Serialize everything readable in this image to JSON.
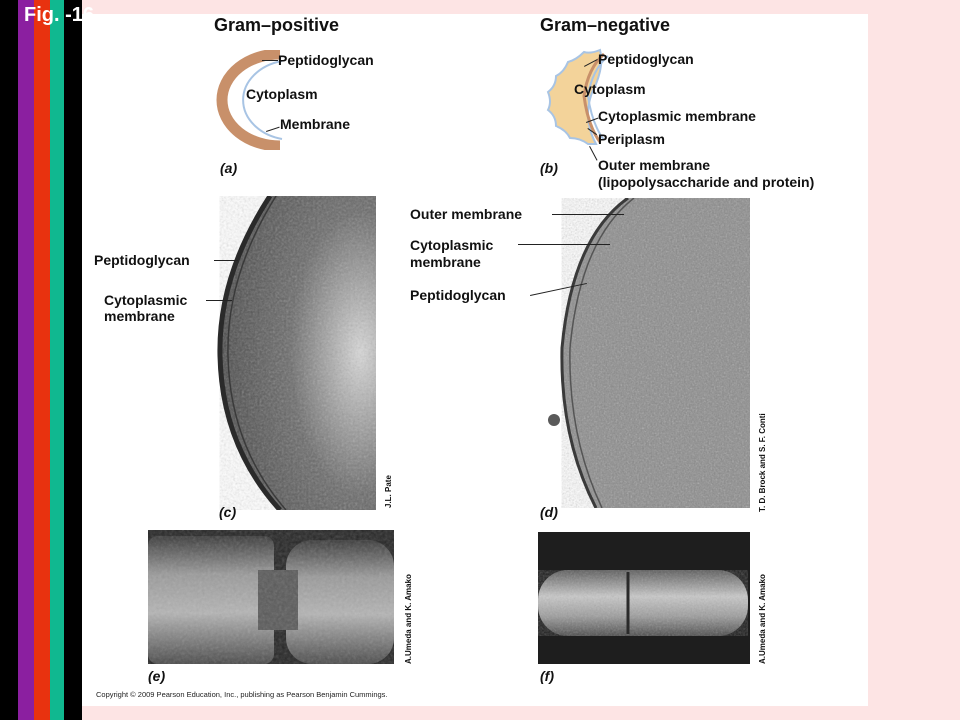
{
  "figure_label": "Fig.    -16",
  "gram_positive": {
    "title": "Gram–positive",
    "labels": {
      "peptidoglycan": "Peptidoglycan",
      "cytoplasm": "Cytoplasm",
      "membrane": "Membrane"
    },
    "panel": "(a)"
  },
  "gram_negative": {
    "title": "Gram–negative",
    "labels": {
      "peptidoglycan": "Peptidoglycan",
      "cytoplasm": "Cytoplasm",
      "cytoplasmic_membrane": "Cytoplasmic  membrane",
      "periplasm": "Periplasm",
      "outer_membrane": "Outer membrane",
      "outer_membrane_detail": "(lipopolysaccharide  and  protein)"
    },
    "panel": "(b)"
  },
  "panel_c": {
    "labels": {
      "peptidoglycan": "Peptidoglycan",
      "cytoplasmic_membrane_1": "Cytoplasmic",
      "cytoplasmic_membrane_2": "membrane"
    },
    "credit": "J.L. Pate",
    "panel": "(c)"
  },
  "panel_d": {
    "labels": {
      "outer_membrane": "Outer membrane",
      "cytoplasmic_membrane_1": "Cytoplasmic",
      "cytoplasmic_membrane_2": "membrane",
      "peptidoglycan": "Peptidoglycan"
    },
    "credit": "T. D. Brock and S. F. Conti",
    "panel": "(d)"
  },
  "panel_e": {
    "credit": "A.Umeda and K. Amako",
    "panel": "(e)"
  },
  "panel_f": {
    "credit": "A.Umeda and  K. Amako",
    "panel": "(f)"
  },
  "copyright": "Copyright © 2009 Pearson Education, Inc., publishing as Pearson Benjamin Cummings.",
  "colors": {
    "background": "#fde4e4",
    "stripe_purple": "#8b1fa0",
    "stripe_red": "#e8320f",
    "stripe_green": "#10b890",
    "peptidoglycan_brown": "#c8906a",
    "periplasm_tan": "#f3d39a",
    "membrane_blue": "#a8c4e4"
  }
}
